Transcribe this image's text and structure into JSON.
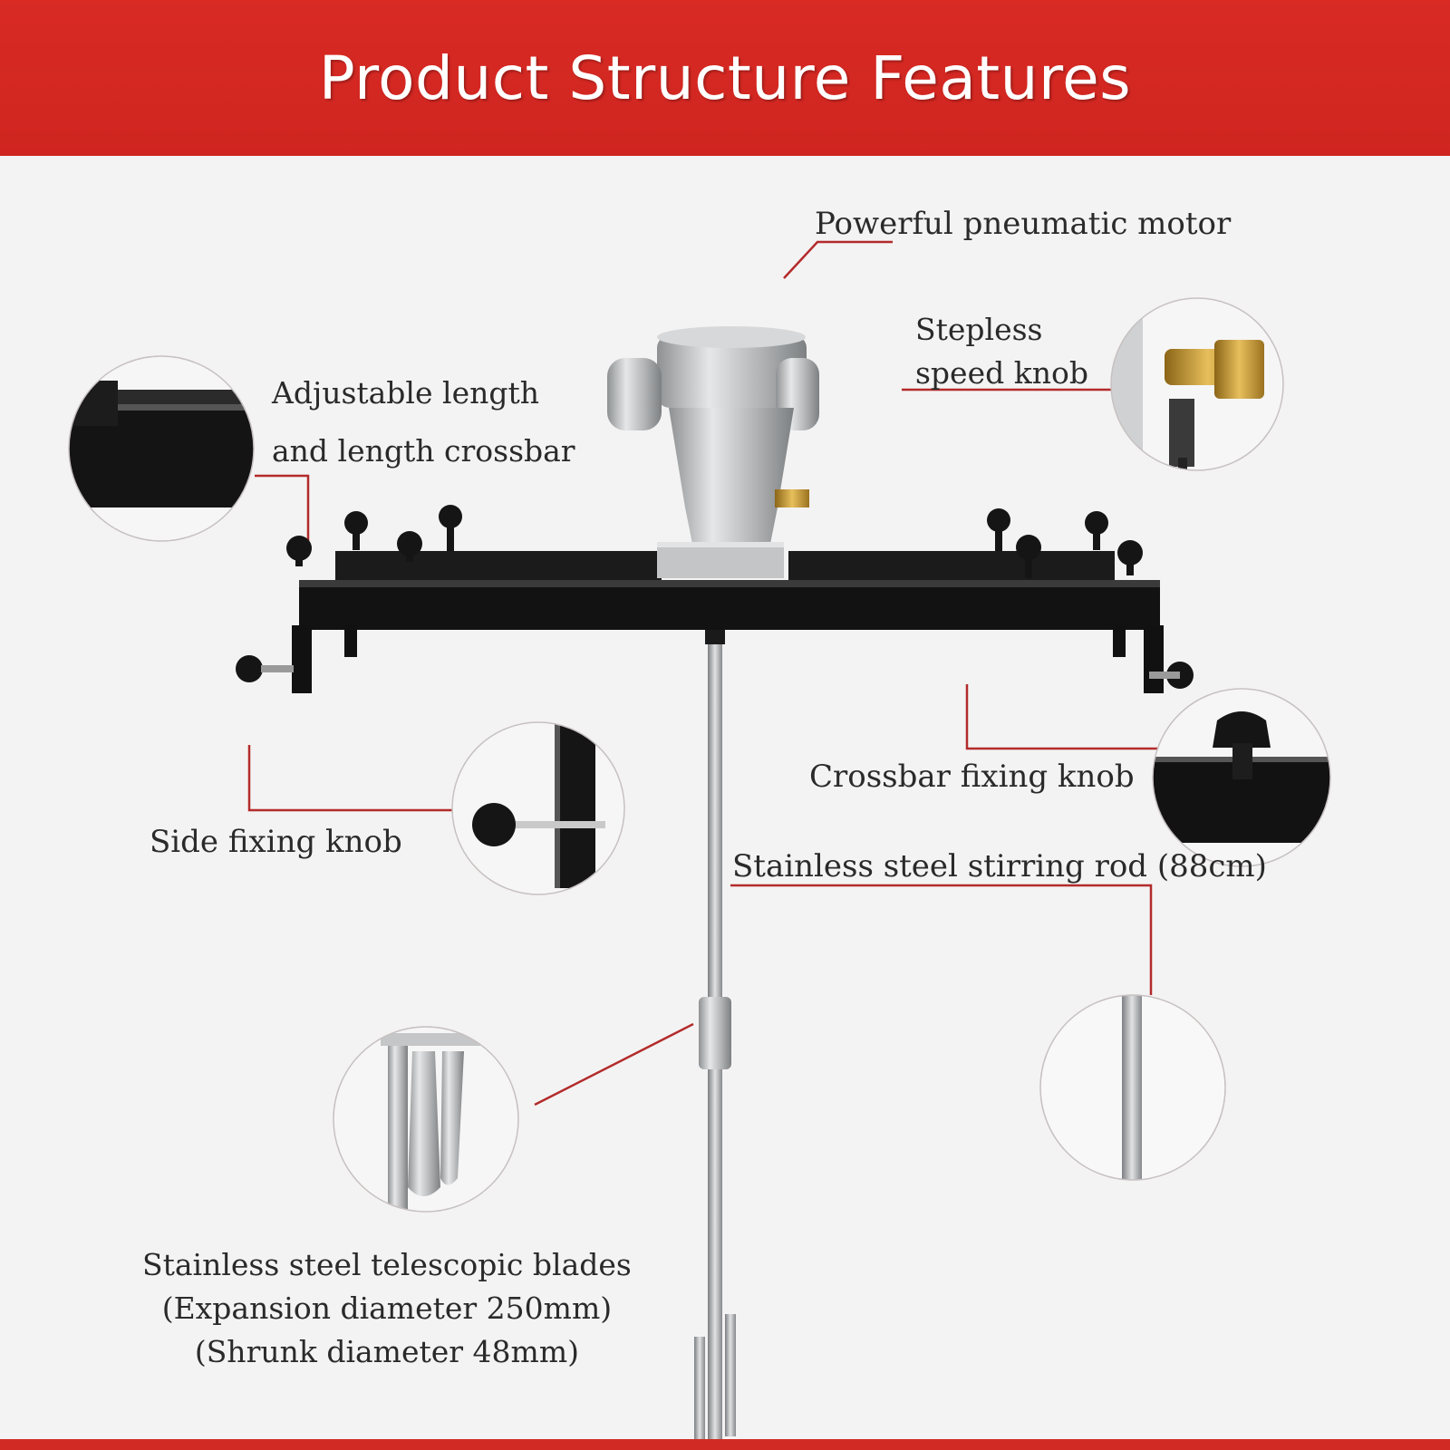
{
  "header": {
    "title": "Product Structure Features"
  },
  "callouts": {
    "motor": "Powerful pneumatic motor",
    "speed_knob": [
      "Stepless",
      "speed knob"
    ],
    "crossbar": [
      "Adjustable length",
      "and length crossbar"
    ],
    "crossbar_knob": "Crossbar fixing knob",
    "side_knob": "Side fixing knob",
    "rod": "Stainless steel stirring rod (88cm)",
    "blades": [
      "Stainless steel telescopic blades",
      "(Expansion diameter 250mm)",
      "(Shrunk diameter 48mm)"
    ]
  },
  "colors": {
    "banner": "#d92a24",
    "leader": "#b32b2b",
    "frame": "#111111",
    "metal": "#b7b9bb",
    "brass": "#c9962e"
  }
}
